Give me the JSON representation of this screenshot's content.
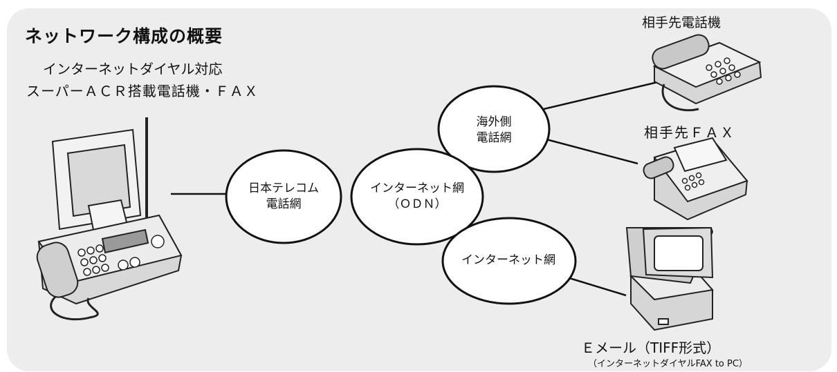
{
  "title": "ネットワーク構成の概要",
  "device_label": {
    "line1": "インターネットダイヤル対応",
    "line2": "スーパーＡＣＲ搭載電話機・ＦＡＸ"
  },
  "nodes": {
    "nihon_telecom": {
      "line1": "日本テレコム",
      "line2": "電話網"
    },
    "internet_odn": {
      "line1": "インターネット網",
      "line2": "（ＯＤＮ）"
    },
    "overseas": {
      "line1": "海外側",
      "line2": "電話網"
    },
    "internet": {
      "line1": "インターネット網"
    }
  },
  "endpoints": {
    "phone": "相手先電話機",
    "fax": "相手先ＦＡＸ",
    "email": "Ｅメール（TIFF形式）",
    "email_note": "（インターネットダイヤルFAX to PC）"
  },
  "colors": {
    "panel": "#ededed",
    "node_fill": "#ffffff",
    "line": "#111111"
  }
}
